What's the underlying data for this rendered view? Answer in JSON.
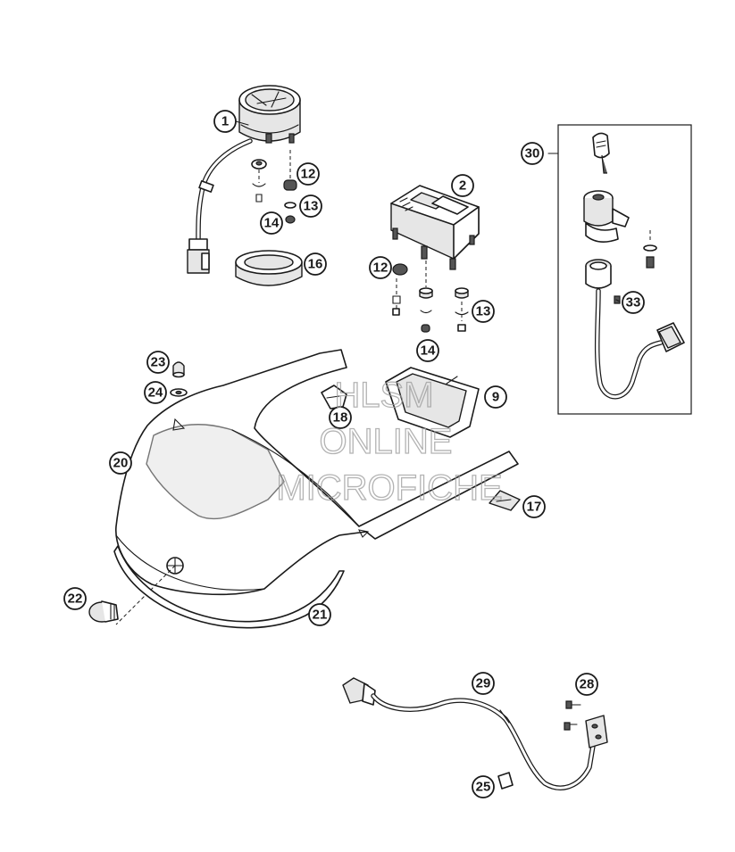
{
  "callouts": {
    "c1": "1",
    "c2": "2",
    "c9": "9",
    "c12a": "12",
    "c12b": "12",
    "c13a": "13",
    "c13b": "13",
    "c14a": "14",
    "c14b": "14",
    "c16": "16",
    "c17": "17",
    "c18": "18",
    "c20": "20",
    "c21": "21",
    "c22": "22",
    "c23": "23",
    "c24": "24",
    "c25": "25",
    "c28": "28",
    "c29": "29",
    "c30": "30",
    "c33": "33"
  },
  "watermark": {
    "line1": "HLSM",
    "line2": "ONLINE",
    "line3": "MICROFICHE"
  },
  "colors": {
    "line": "#1a1a1a",
    "watermark": "#9a9a9a",
    "background": "#ffffff"
  }
}
